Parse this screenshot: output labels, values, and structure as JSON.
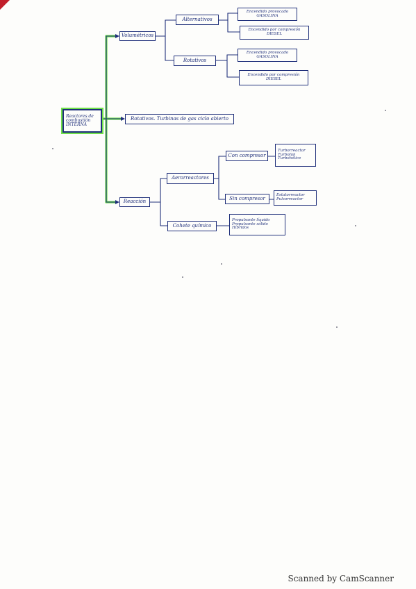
{
  "accent_color": "#6fe04a",
  "ink_color": "#1f2f7a",
  "diagram": {
    "root": {
      "lines": [
        "Reactores de",
        "combustión",
        "INTERNA"
      ]
    },
    "branch_1": {
      "label": "Volumétricos",
      "sub_1": {
        "label": "Alternativos",
        "leaf_1": {
          "lines": [
            "Encendido provocado",
            "GASOLINA"
          ]
        },
        "leaf_2": {
          "lines": [
            "Encendido por compresión",
            "DIESEL"
          ]
        }
      },
      "sub_2": {
        "label": "Rotativos",
        "leaf_1": {
          "lines": [
            "Encendido provocado",
            "GASOLINA"
          ]
        },
        "leaf_2": {
          "lines": [
            "Encendido por compresión",
            "DIESEL"
          ]
        }
      }
    },
    "branch_2": {
      "label": "Rotativos. Turbinas de gas ciclo abierto"
    },
    "branch_3": {
      "label": "Reacción",
      "sub_1": {
        "label": "Aerorreactores",
        "sub_a": {
          "label": "Con compresor",
          "leaf": {
            "lines": [
              "Turborreactor",
              "Turbofan",
              "Turbohélice"
            ]
          }
        },
        "sub_b": {
          "label": "Sin compresor",
          "leaf": {
            "lines": [
              "Estatorreactor",
              "Pulsorreactor"
            ]
          }
        }
      },
      "sub_2": {
        "label": "Cohete químico",
        "leaf": {
          "lines": [
            "Propulsante líquido",
            "Propulsante sólido",
            "Híbridos"
          ]
        }
      }
    }
  },
  "footer": {
    "text": "Scanned by CamScanner"
  }
}
